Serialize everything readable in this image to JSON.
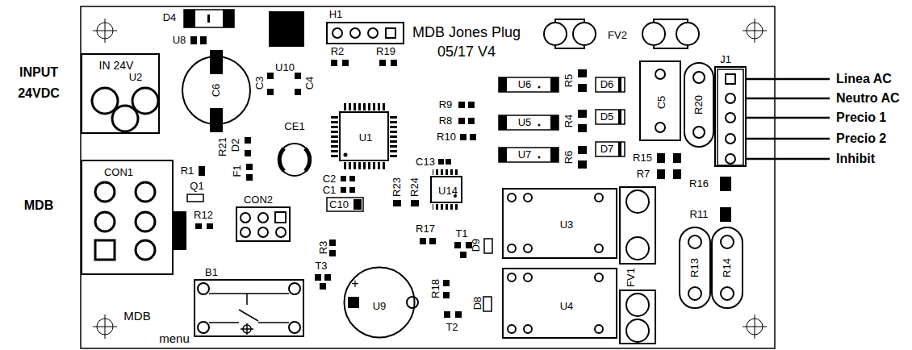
{
  "diagram": {
    "nodes": [
      {
        "text": [
          "IN 24V",
          "U2"
        ]
      },
      {
        "text": [
          "CON1"
        ]
      },
      {
        "text": [
          "CON2"
        ]
      },
      {
        "text": [
          "U1"
        ]
      },
      {
        "text": [
          "U14"
        ]
      },
      {
        "text": [
          "C5"
        ]
      },
      {
        "text": [
          "J1"
        ]
      },
      {
        "text": [
          "U3"
        ]
      },
      {
        "text": [
          "U4"
        ]
      },
      {
        "text": [
          "U9"
        ]
      },
      {
        "text": [
          "B1"
        ]
      }
    ],
    "labels": [
      "INPUT 24VDC",
      "MDB",
      "D4",
      "U8",
      "U10",
      "C3",
      "C4",
      "C6",
      "H1",
      "R2",
      "R19",
      "MDB Jones Plug",
      "05/17 V4",
      "FV2",
      "R21",
      "D2",
      "F1",
      "CE1",
      "C2",
      "C1",
      "C10",
      "R9",
      "R8",
      "R10",
      "U6",
      "U5",
      "U7",
      "R5",
      "R4",
      "R6",
      "D6",
      "D5",
      "D7",
      "R20",
      "Linea AC",
      "Neutro AC",
      "Precio 1",
      "Precio 2",
      "Inhibit",
      "R15",
      "R7",
      "R16",
      "R11",
      "R23",
      "R24",
      "C13",
      "R17",
      "T1",
      "D9",
      "FV1",
      "R13",
      "R14",
      "R1",
      "Q1",
      "R12",
      "MDB",
      "menu",
      "R3",
      "T3",
      "+",
      "R18",
      "T2",
      "D8"
    ]
  }
}
